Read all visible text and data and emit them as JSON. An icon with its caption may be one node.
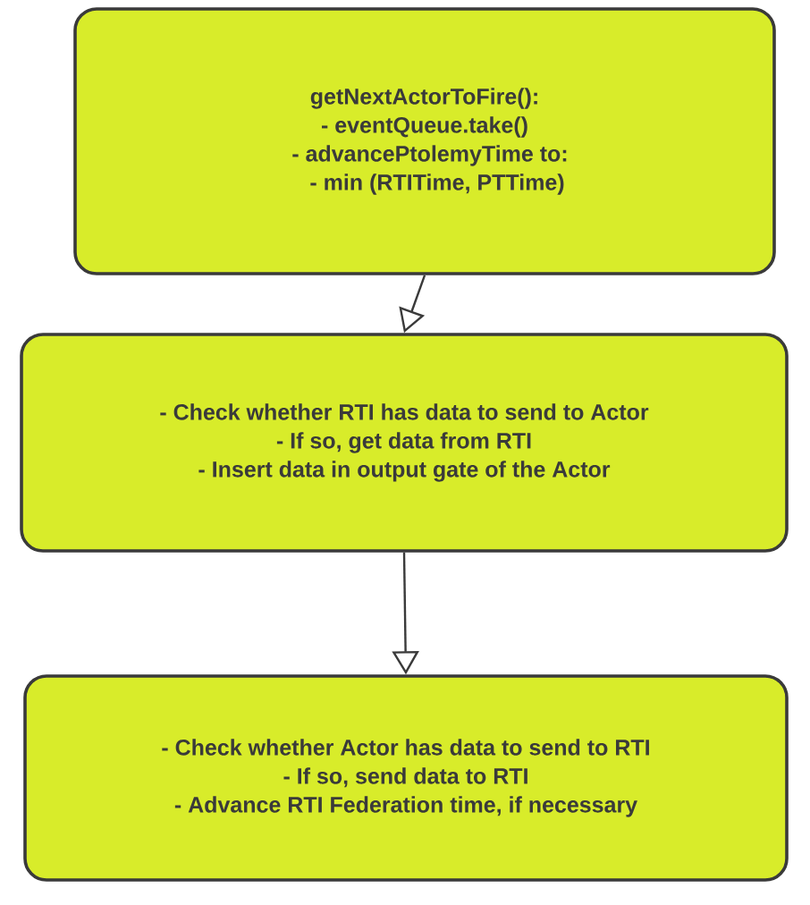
{
  "diagram": {
    "nodes": [
      {
        "text": [
          "getNextActorToFire():",
          "- eventQueue.take()",
          "- advancePtolemyTime to:",
          "- min (RTITime, PTTime)"
        ]
      },
      {
        "text": [
          "- Check whether RTI has data to send to Actor",
          "- If so, get data from RTI",
          "- Insert data in output gate of the Actor"
        ]
      },
      {
        "text": [
          "- Check whether Actor has data to send to RTI",
          "- If so, send data to RTI",
          "- Advance RTI Federation time, if necessary"
        ]
      }
    ],
    "edges": [
      {
        "from": 0,
        "to": 1,
        "arrow": "to"
      },
      {
        "from": 1,
        "to": 2,
        "arrow": "to"
      }
    ]
  }
}
